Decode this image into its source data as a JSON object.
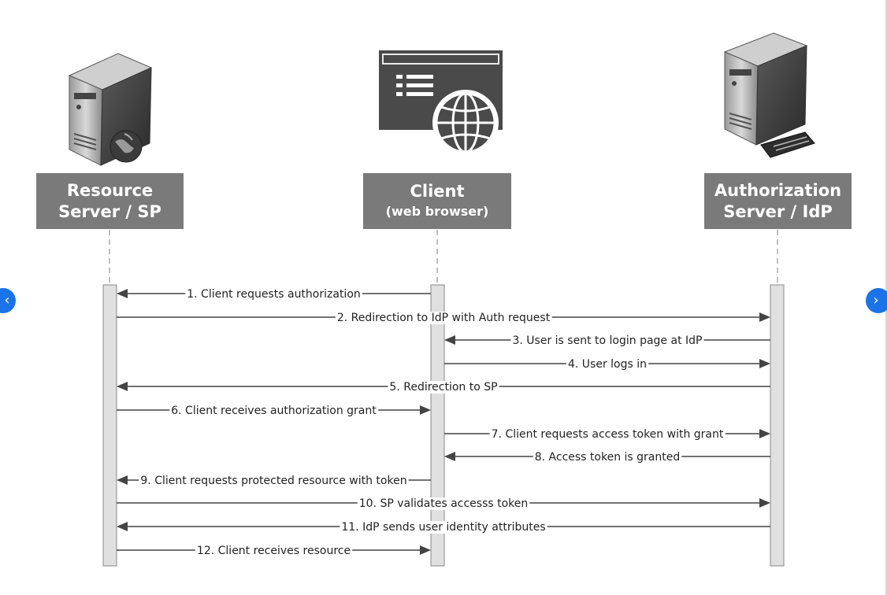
{
  "actors": {
    "resource_server": {
      "line1": "Resource",
      "line2": "Server / SP"
    },
    "client": {
      "line1": "Client",
      "line2": "(web browser)"
    },
    "auth_server": {
      "line1": "Authorization",
      "line2": "Server / IdP"
    }
  },
  "messages": [
    {
      "label": "1. Client requests authorization",
      "from": "client",
      "to": "resource_server"
    },
    {
      "label": "2. Redirection to IdP with Auth request",
      "from": "resource_server",
      "to": "auth_server"
    },
    {
      "label": "3. User is sent to login page at IdP",
      "from": "auth_server",
      "to": "client"
    },
    {
      "label": "4. User logs in",
      "from": "client",
      "to": "auth_server"
    },
    {
      "label": "5. Redirection to SP",
      "from": "auth_server",
      "to": "resource_server"
    },
    {
      "label": "6. Client receives authorization grant",
      "from": "resource_server",
      "to": "client"
    },
    {
      "label": "7. Client requests access token with grant",
      "from": "client",
      "to": "auth_server"
    },
    {
      "label": "8. Access token is granted",
      "from": "auth_server",
      "to": "client"
    },
    {
      "label": "9. Client requests protected resource with token",
      "from": "client",
      "to": "resource_server"
    },
    {
      "label": "10. SP validates accesss token",
      "from": "resource_server",
      "to": "auth_server"
    },
    {
      "label": "11. IdP sends user identity attributes",
      "from": "auth_server",
      "to": "resource_server"
    },
    {
      "label": "12. Client receives resource",
      "from": "resource_server",
      "to": "client"
    }
  ],
  "navigation": {
    "prev_icon": "chevron-left-icon",
    "next_icon": "chevron-right-icon",
    "prev_glyph": "‹",
    "next_glyph": "›"
  },
  "colors": {
    "actor_box": "#7a7a7a",
    "accent": "#1a73e8",
    "lifeline": "#e0e0e0",
    "arrow": "#444444"
  }
}
